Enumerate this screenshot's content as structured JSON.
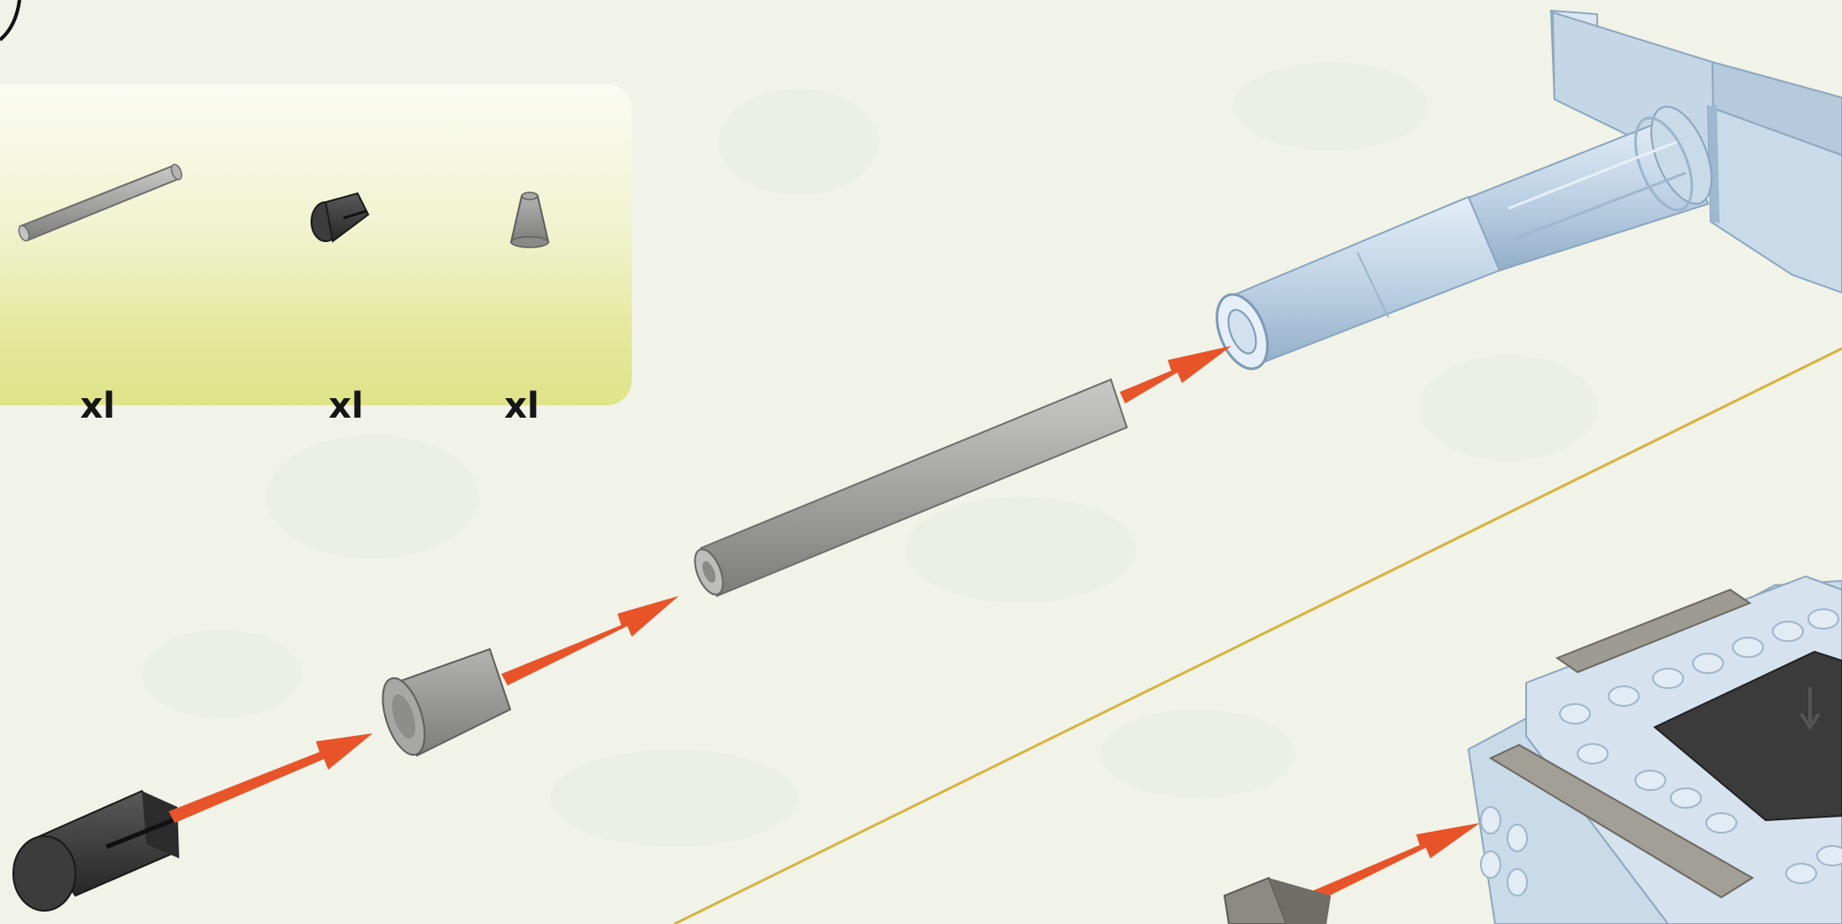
{
  "parts_list": {
    "items": [
      {
        "name": "gray-axle-rod",
        "quantity": "xl"
      },
      {
        "name": "black-pin-connector",
        "quantity": "xl"
      },
      {
        "name": "gray-cone-bushing",
        "quantity": "xl"
      }
    ]
  },
  "colors": {
    "background": "#f1f3e9",
    "panel_gradient_top": "#fbfcf3",
    "panel_gradient_bottom": "#dfe389",
    "arrow": "#e8542a",
    "divider_line": "#d6b441",
    "light_bluish_gray": "#b8cde0",
    "gray_part": "#9c9c9a",
    "black_part": "#3a3a3a"
  }
}
